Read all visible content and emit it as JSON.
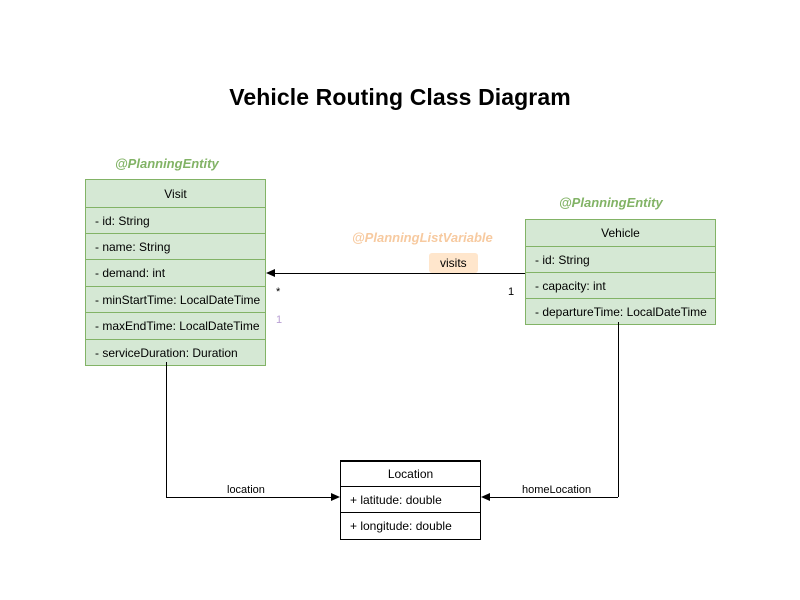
{
  "diagram": {
    "title": "Vehicle Routing Class Diagram",
    "classes": [
      {
        "id": "visit",
        "name": "Visit",
        "annotation": "@PlanningEntity",
        "attributes": [
          "- id: String",
          "- name: String",
          "- demand: int",
          "- minStartTime: LocalDateTime",
          "- maxEndTime: LocalDateTime",
          "- serviceDuration: Duration"
        ]
      },
      {
        "id": "vehicle",
        "name": "Vehicle",
        "annotation": "@PlanningEntity",
        "attributes": [
          "- id: String",
          "- capacity: int",
          "- departureTime: LocalDateTime"
        ]
      },
      {
        "id": "location",
        "name": "Location",
        "annotation": "",
        "attributes": [
          "+ latitude: double",
          "+ longitude: double"
        ]
      }
    ],
    "relations": [
      {
        "id": "visits",
        "annotation": "@PlanningListVariable",
        "label": "visits",
        "source": "Vehicle",
        "target": "Visit",
        "source_multiplicity": "1",
        "target_multiplicity": "*",
        "extra_multiplicity": "1"
      },
      {
        "id": "location",
        "label": "location",
        "source": "Visit",
        "target": "Location"
      },
      {
        "id": "homeLocation",
        "label": "homeLocation",
        "source": "Vehicle",
        "target": "Location"
      }
    ]
  },
  "colors": {
    "entity_fill": "#d5e8d4",
    "entity_border": "#82b366",
    "annotation_entity": "#82b366",
    "annotation_listvar": "#f7caa0",
    "badge_fill": "#ffe6cc",
    "plain_fill": "#ffffff",
    "plain_border": "#000000",
    "muted_multiplicity": "#b9a0d4"
  }
}
